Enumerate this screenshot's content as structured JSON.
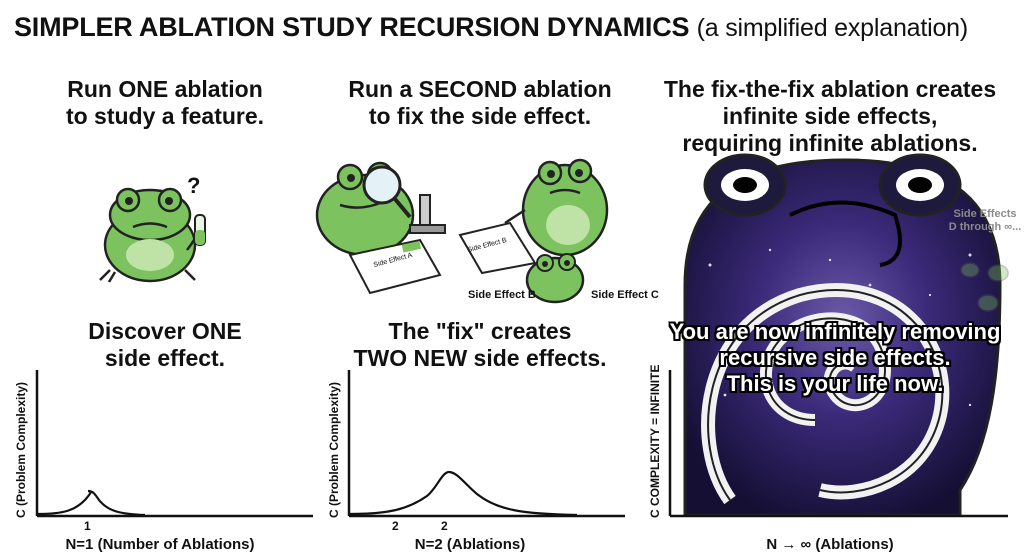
{
  "title": {
    "main": "SIMPLER ABLATION STUDY RECURSION DYNAMICS",
    "sub": "(a simplified explanation)"
  },
  "col1": {
    "step_line1": "Run ONE ablation",
    "step_line2": "to study a feature.",
    "result_line1": "Discover ONE",
    "result_line2": "side effect.",
    "question": "?",
    "chart": {
      "ylabel": "C (Problem Complexity)",
      "xlabel": "N=1 (Number of Ablations)",
      "ticks": [
        "1"
      ]
    }
  },
  "col2": {
    "step_line1": "Run a SECOND ablation",
    "step_line2": "to fix the side effect.",
    "result_line1": "The \"fix\" creates",
    "result_line2": "TWO NEW side effects.",
    "paper_a": "Side Effect A",
    "paper_b": "Side Effect B",
    "label_b": "Side Effect B",
    "label_c": "Side Effect C",
    "chart": {
      "ylabel": "C (Problem Complexity)",
      "xlabel": "N=2 (Ablations)",
      "ticks": [
        "2",
        "2"
      ]
    }
  },
  "col3": {
    "step_line1": "The fix-the-fix ablation creates",
    "step_line2": "infinite side effects,",
    "step_line3": "requiring infinite ablations.",
    "faded_note_line1": "Side Effects",
    "faded_note_line2": "D through ∞...",
    "overlay_line1": "You are now infinitely removing",
    "overlay_line2": "recursive side effects.",
    "overlay_line3": "This is your life now.",
    "chart": {
      "ylabel": "C COMPLEXITY = INFINITE",
      "xlabel": "N → ∞ (Ablations)"
    }
  },
  "colors": {
    "frog_green": "#7cc35f",
    "frog_dark": "#3f7a2e",
    "ink": "#111111",
    "cosmic_dark": "#1a1440",
    "cosmic_mid": "#3b2a7a"
  }
}
